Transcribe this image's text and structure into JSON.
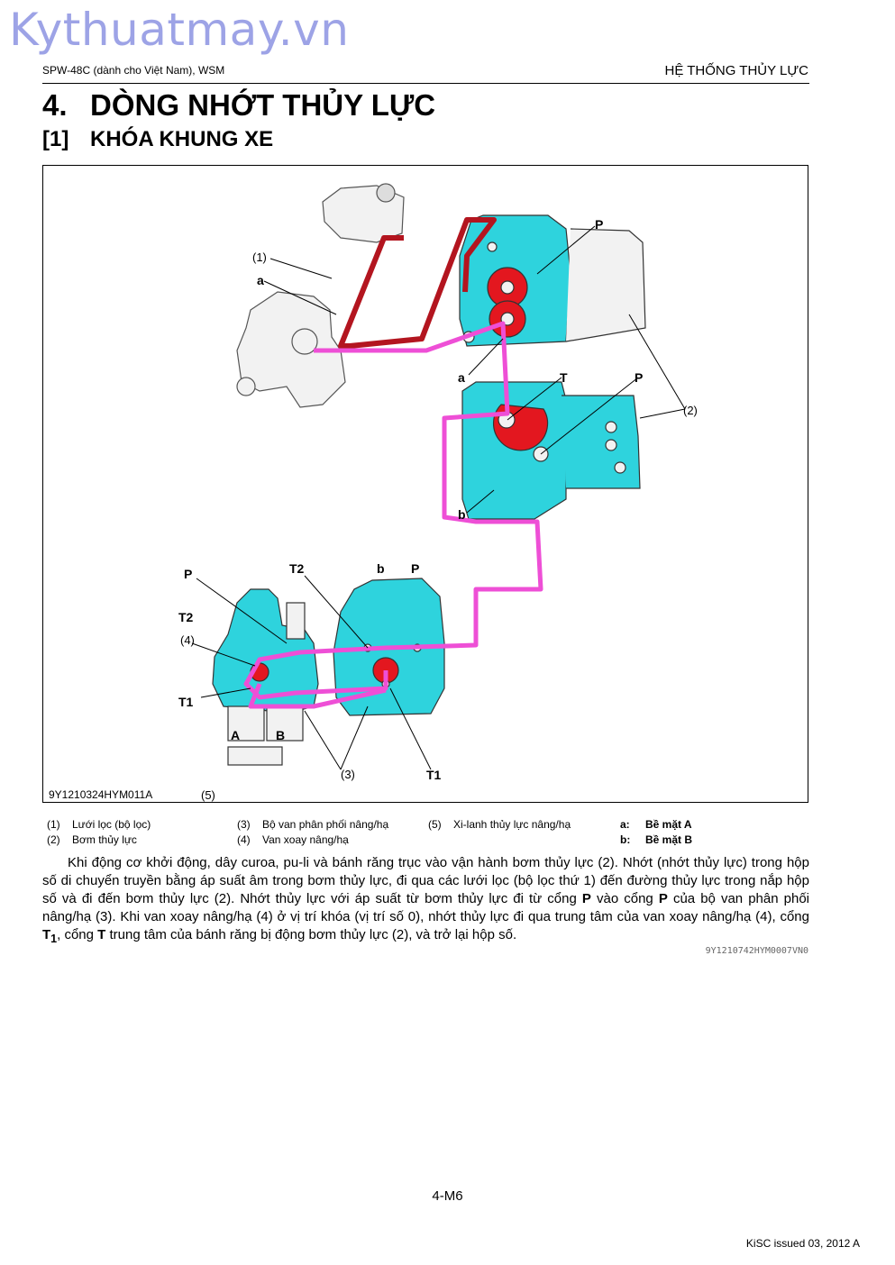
{
  "watermark": "Kythuatmay.vn",
  "header": {
    "left": "SPW-48C (dành cho Việt Nam), WSM",
    "right": "HỆ THỐNG THỦY LỰC"
  },
  "section": {
    "number": "4.",
    "title": "DÒNG NHỚT THỦY LỰC"
  },
  "subsection": {
    "number": "[1]",
    "title": "KHÓA KHUNG XE"
  },
  "figure": {
    "code": "9Y1210324HYM011A",
    "labels": {
      "n1": "(1)",
      "a_top": "a",
      "P_top": "P",
      "a_mid": "a",
      "T_mid": "T",
      "P_mid": "P",
      "n2": "(2)",
      "b_mid": "b",
      "P_left": "P",
      "T2_center": "T2",
      "b_center": "b",
      "P_center": "P",
      "T2_left": "T2",
      "n4": "(4)",
      "T1_left": "T1",
      "A": "A",
      "B": "B",
      "n3": "(3)",
      "T1_bottom": "T1",
      "n5": "(5)"
    }
  },
  "legend": {
    "col1": [
      {
        "num": "(1)",
        "text": "Lưới lọc (bộ lọc)"
      },
      {
        "num": "(2)",
        "text": "Bơm thủy lực"
      }
    ],
    "col2": [
      {
        "num": "(3)",
        "text": "Bộ van phân phối nâng/hạ"
      },
      {
        "num": "(4)",
        "text": "Van xoay nâng/hạ"
      }
    ],
    "col3": [
      {
        "num": "(5)",
        "text": "Xi-lanh thủy lực nâng/hạ"
      }
    ],
    "col4": [
      {
        "key": "a:",
        "text": "Bề mặt A"
      },
      {
        "key": "b:",
        "text": "Bề mặt B"
      }
    ]
  },
  "body": {
    "t1": "Khi động cơ khởi động, dây curoa, pu-li và bánh răng trục vào vận hành bơm thủy lực (2). Nhớt (nhớt thủy lực) trong hộp số di chuyển truyền bằng áp suất âm trong bơm thủy lực, đi qua các lưới lọc (bộ lọc thứ 1) đến đường thủy lực trong nắp hộp số và đi đến bơm thủy lực (2). Nhớt thủy lực với áp suất từ bơm thủy lực đi từ cổng ",
    "b1": "P",
    "t2": " vào cổng ",
    "b2": "P",
    "t3": " của bộ van phân phối nâng/hạ (3). Khi van xoay nâng/hạ (4) ở vị trí khóa (vị trí số 0), nhớt thủy lực đi qua trung tâm của van xoay nâng/hạ (4), cổng ",
    "b3": "T",
    "sub3": "1",
    "t4": ", cổng ",
    "b4": "T",
    "t5": " trung tâm của bánh răng bị động bơm thủy lực (2), và trở lại hộp số."
  },
  "doc_code": "9Y1210742HYM0007VN0",
  "footer": {
    "page": "4-M6",
    "issued": "KiSC issued 03, 2012 A"
  },
  "colors": {
    "cyan": "#2ed3dd",
    "magenta": "#ee4fd6",
    "dark_red": "#b3151f",
    "red": "#e3171f",
    "watermark": "#9da3e6"
  }
}
